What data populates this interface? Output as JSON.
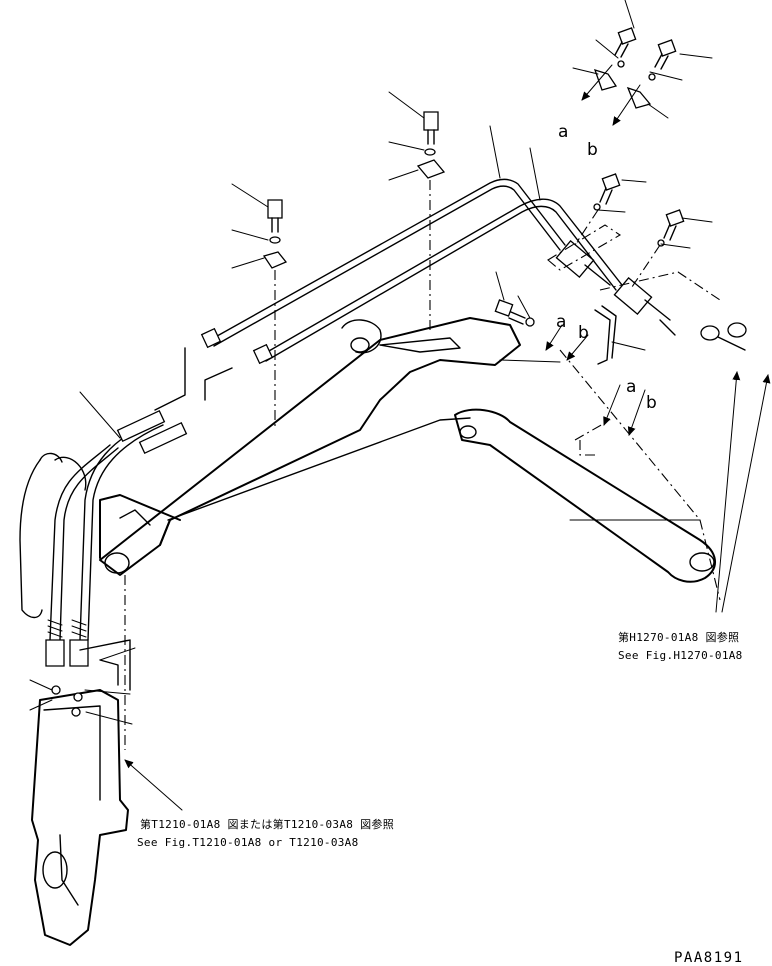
{
  "labels": {
    "a_top": "a",
    "b_top": "b",
    "a_mid": "a",
    "b_mid": "b",
    "a_low": "a",
    "b_low": "b"
  },
  "references": {
    "right_jp": "第H1270-01A8 図参照",
    "right_en": "See Fig.H1270-01A8",
    "left_jp": "第T1210-01A8 図または第T1210-03A8 図参照",
    "left_en": "See Fig.T1210-01A8 or T1210-03A8"
  },
  "drawing_code": "PAA8191"
}
